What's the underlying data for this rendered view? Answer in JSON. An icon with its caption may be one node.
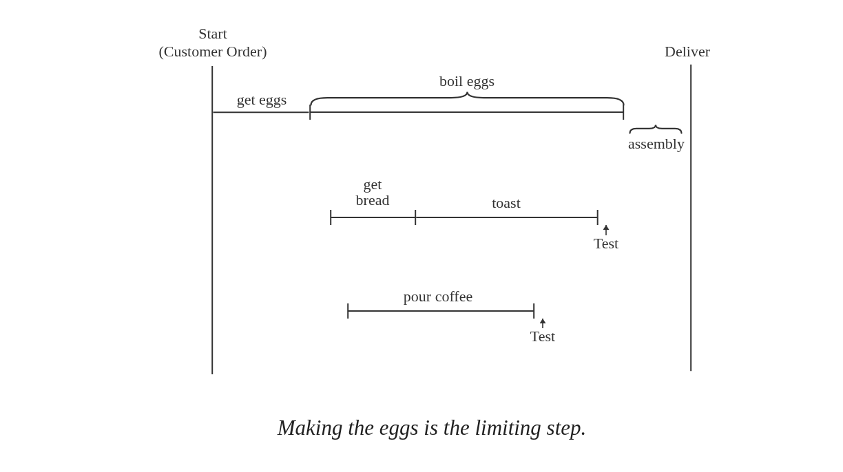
{
  "diagram": {
    "nodes": [
      {
        "text": [
          "Start",
          "(Customer Order)"
        ]
      },
      {
        "text": [
          "Deliver"
        ]
      },
      {
        "text": [
          "boil eggs"
        ]
      },
      {
        "text": [
          "get eggs"
        ]
      },
      {
        "text": [
          "assembly"
        ]
      },
      {
        "text": [
          "get bread"
        ]
      },
      {
        "text": [
          "toast"
        ]
      },
      {
        "text": [
          "Test"
        ]
      },
      {
        "text": [
          "pour coffee"
        ]
      },
      {
        "text": [
          "Test"
        ]
      }
    ],
    "edges": [
      {
        "from": 7,
        "to": 6,
        "arrow": "to"
      },
      {
        "from": 9,
        "to": 8,
        "arrow": "to"
      }
    ],
    "caption": "Making the eggs is the limiting step."
  }
}
